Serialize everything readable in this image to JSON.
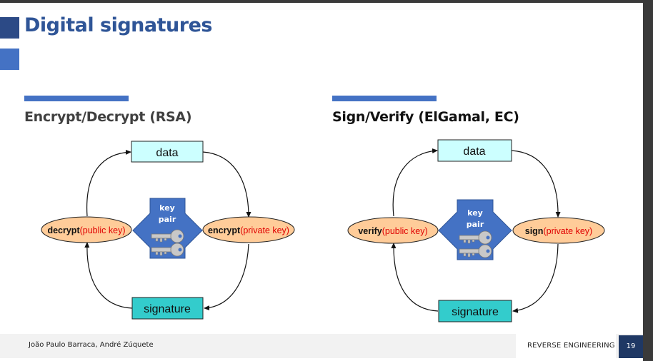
{
  "slide": {
    "title": "Digital signatures",
    "left_heading": "Encrypt/Decrypt (RSA)",
    "right_heading": "Sign/Verify (ElGamal, EC)"
  },
  "left_diagram": {
    "top_box": "data",
    "bottom_box": "signature",
    "left_op_keyword": "decrypt",
    "left_op_param": "(public key)",
    "right_op_keyword": "encrypt",
    "right_op_param": "(private key)",
    "keypair_line1": "key",
    "keypair_line2": "pair"
  },
  "right_diagram": {
    "top_box": "data",
    "bottom_box": "signature",
    "left_op_keyword": "verify",
    "left_op_param": "(public key)",
    "right_op_keyword": "sign",
    "right_op_param": "(private key)",
    "keypair_line1": "key",
    "keypair_line2": "pair"
  },
  "footer": {
    "authors": "João Paulo Barraca, André Zúquete",
    "course": "REVERSE ENGINEERING",
    "page_number": "19"
  },
  "colors": {
    "title": "#2f5597",
    "accent_bar": "#4472c4",
    "data_box": "#ccffff",
    "signature_box": "#33cccc",
    "operation_ellipse": "#ffcc99",
    "keypair_arrow": "#4472c4",
    "param_text": "#e00000",
    "page_box": "#1f3864"
  },
  "icons": [
    "key-icon"
  ]
}
